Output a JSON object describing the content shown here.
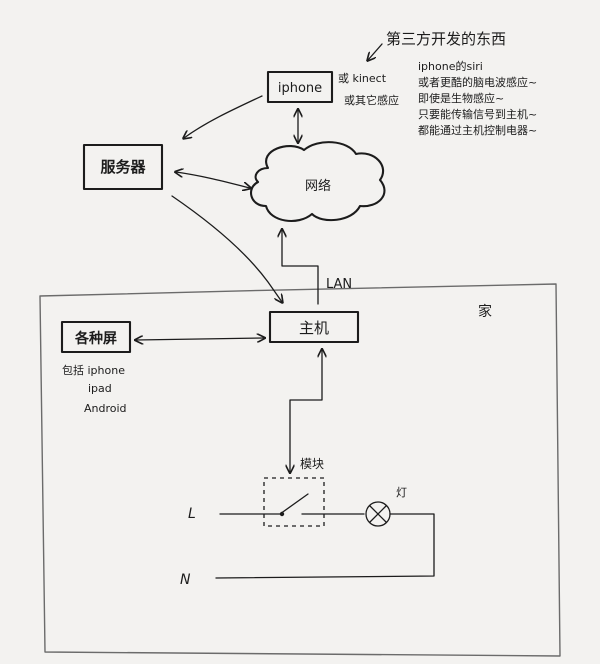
{
  "nodes": {
    "iphone": "iphone",
    "server": "服务器",
    "network": "网络",
    "host": "主机",
    "screens": "各种屏",
    "module": "模块",
    "lan": "LAN",
    "home": "家",
    "lamp": "灯"
  },
  "notes": {
    "third_party": "第三方开发的东西",
    "kinect_line1": "或 kinect",
    "kinect_line2": "或其它感应",
    "right_lines": [
      "iphone的siri",
      "或者更酷的脑电波感应~",
      "即使是生物感应~",
      "只要能传输信号到主机~",
      "都能通过主机控制电器~"
    ],
    "screens_lines": [
      "包括 iphone",
      "ipad",
      "Android"
    ]
  },
  "wires": {
    "live": "L",
    "neutral": "N"
  }
}
